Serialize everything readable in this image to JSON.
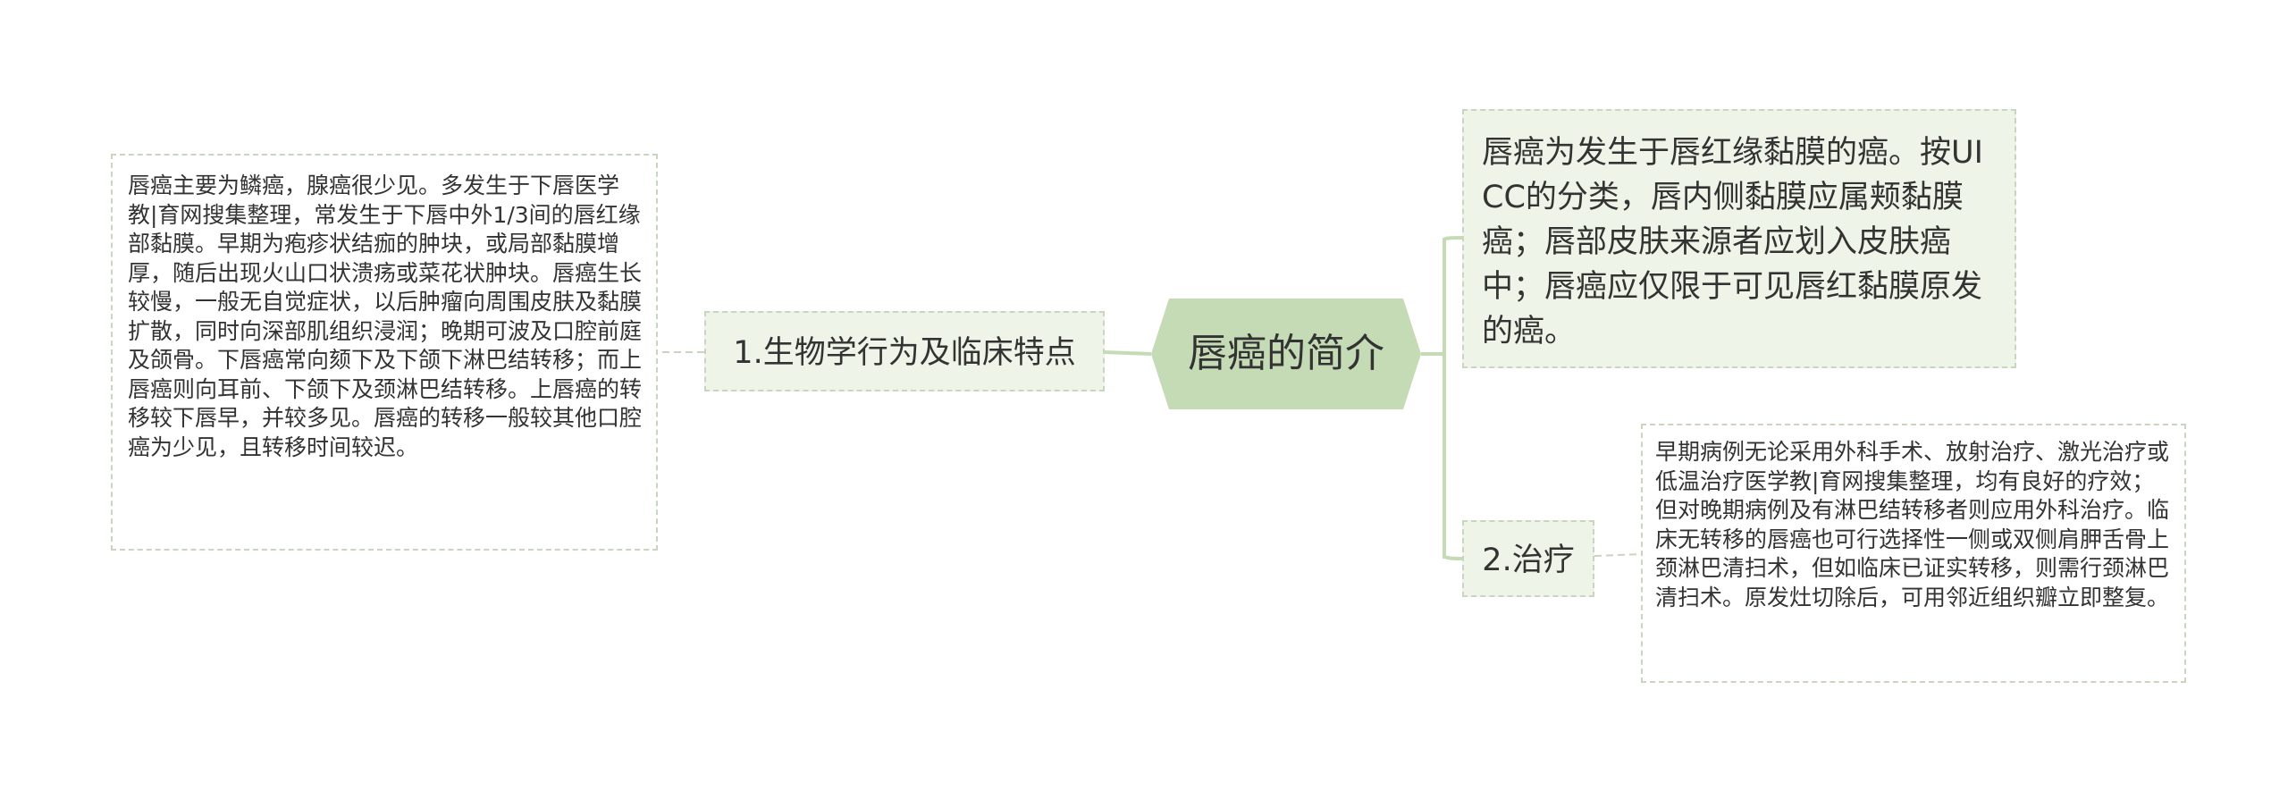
{
  "mindmap": {
    "root": {
      "title": "唇癌的简介",
      "fill": "#c5dbb5"
    },
    "branches": [
      {
        "label": "1.生物学行为及临床特点",
        "detail": "唇癌主要为鳞癌，腺癌很少见。多发生于下唇医学教|育网搜集整理，常发生于下唇中外1/3间的唇红缘部黏膜。早期为疱疹状结痂的肿块，或局部黏膜增厚，随后出现火山口状溃疡或菜花状肿块。唇癌生长较慢，一般无自觉症状，以后肿瘤向周围皮肤及黏膜扩散，同时向深部肌组织浸润；晚期可波及口腔前庭及颌骨。下唇癌常向颏下及下颌下淋巴结转移；而上唇癌则向耳前、下颌下及颈淋巴结转移。上唇癌的转移较下唇早，并较多见。唇癌的转移一般较其他口腔癌为少见，且转移时间较迟。"
      },
      {
        "label": "2.治疗",
        "detail": "早期病例无论采用外科手术、放射治疗、激光治疗或低温治疗医学教|育网搜集整理，均有良好的疗效；但对晚期病例及有淋巴结转移者则应用外科治疗。临床无转移的唇癌也可行选择性一侧或双侧肩胛舌骨上颈淋巴清扫术，但如临床已证实转移，则需行颈淋巴清扫术。原发灶切除后，可用邻近组织瓣立即整复。"
      }
    ],
    "definition": "唇癌为发生于唇红缘黏膜的癌。按UICC的分类，唇内侧黏膜应属颊黏膜癌；唇部皮肤来源者应划入皮肤癌中；唇癌应仅限于可见唇红黏膜原发的癌。",
    "colors": {
      "line": "#c5dbb5",
      "branch_fill": "#eef4e7",
      "border": "#c9d6bf",
      "text": "#333333"
    }
  }
}
